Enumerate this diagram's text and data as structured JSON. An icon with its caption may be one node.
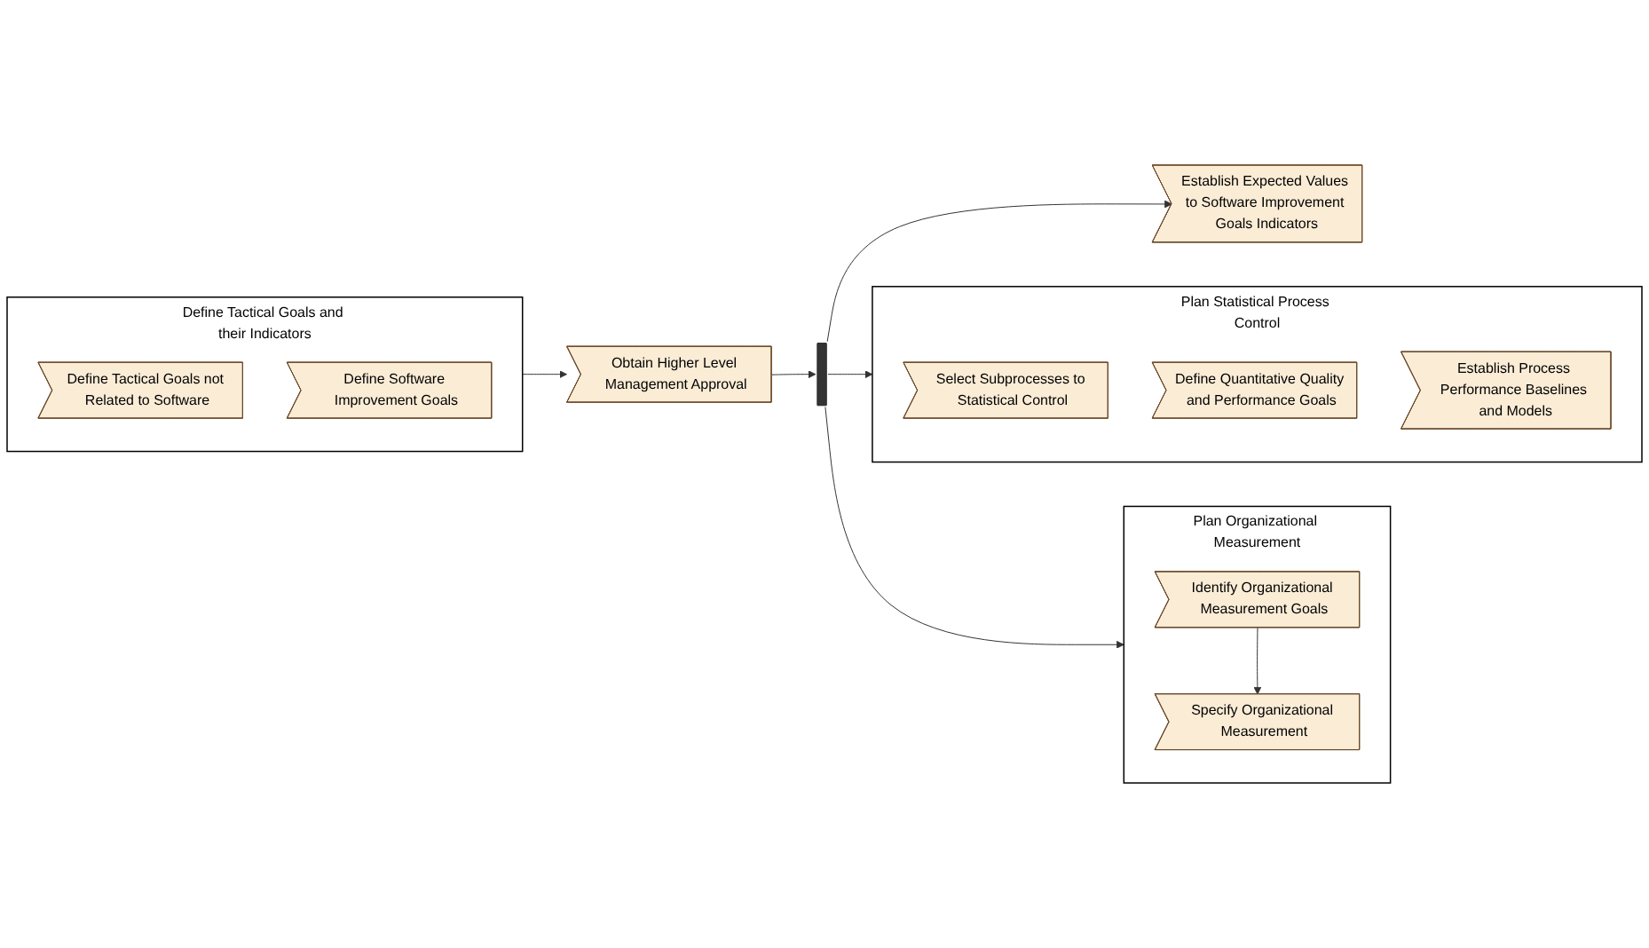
{
  "diagram": {
    "nodes": [
      {
        "text": [
          "Define Tactical Goals and their Indicators"
        ]
      },
      {
        "text": [
          "Define Tactical Goals not Related to Software"
        ],
        "in": 0
      },
      {
        "text": [
          "Define Software Improvement Goals"
        ],
        "in": 0
      },
      {
        "text": [
          "Obtain Higher Level Management Approval"
        ]
      },
      {
        "text": [],
        "shape": "bar"
      },
      {
        "text": [
          "Plan Statistical Process Control"
        ]
      },
      {
        "text": [
          "Select Subprocesses to Statistical Control"
        ],
        "in": 5
      },
      {
        "text": [
          "Define Quantitative Quality and Performance Goals"
        ],
        "in": 5
      },
      {
        "text": [
          "Establish Process Performance Baselines and Models"
        ],
        "in": 5
      },
      {
        "text": [
          "Plan Organizational Measurement"
        ]
      },
      {
        "text": [
          "Identify Organizational Measurement Goals"
        ],
        "in": 9
      },
      {
        "text": [
          "Specify Organizational Measurement"
        ],
        "in": 9
      },
      {
        "text": [
          "Establish Expected Values to Software Improvement Goals Indicators"
        ]
      }
    ],
    "edges": [
      {
        "from": 0,
        "to": 3,
        "arrow": "to"
      },
      {
        "from": 3,
        "to": 4,
        "arrow": "to"
      },
      {
        "from": 4,
        "to": 5,
        "arrow": "to"
      },
      {
        "from": 4,
        "to": 9,
        "arrow": "to"
      },
      {
        "from": 4,
        "to": 12,
        "arrow": "to"
      },
      {
        "from": 10,
        "to": 11,
        "arrow": "to"
      }
    ]
  }
}
